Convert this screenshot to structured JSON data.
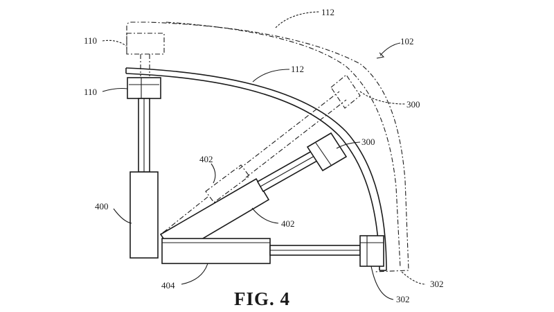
{
  "figure": {
    "caption": "FIG. 4"
  },
  "labels": {
    "l102": "102",
    "l110_top": "110",
    "l110_mid": "110",
    "l112_top": "112",
    "l112_mid": "112",
    "l300_right": "300",
    "l300_mid": "300",
    "l302_right": "302",
    "l302_bottom": "302",
    "l400": "400",
    "l402_top": "402",
    "l402_bottom": "402",
    "l404": "404"
  }
}
